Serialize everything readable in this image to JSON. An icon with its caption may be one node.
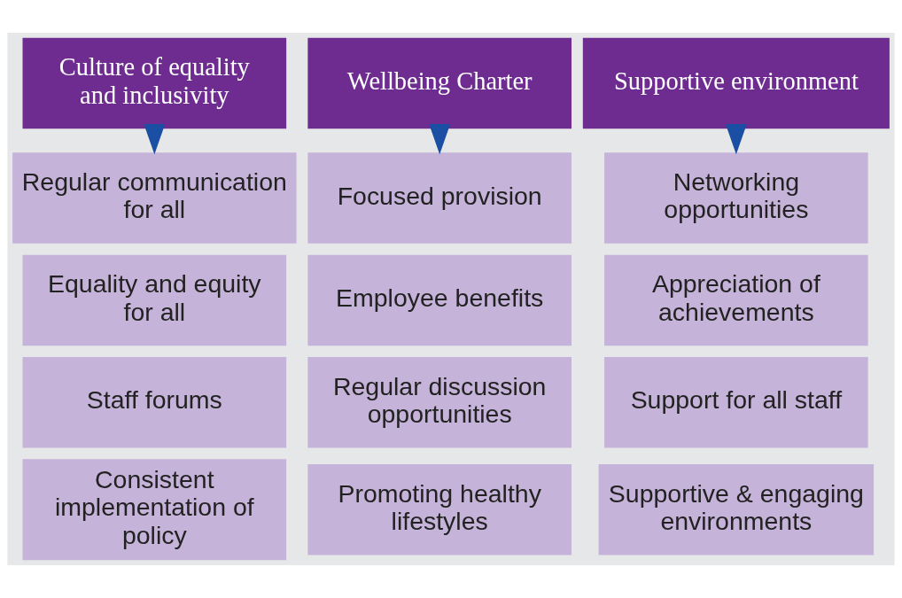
{
  "diagram": {
    "nodes": [
      {
        "text": [
          "Culture of equality and inclusivity"
        ]
      },
      {
        "text": [
          "Wellbeing Charter"
        ]
      },
      {
        "text": [
          "Supportive environment"
        ]
      },
      {
        "text": [
          "Regular communication for all"
        ]
      },
      {
        "text": [
          "Focused provision"
        ]
      },
      {
        "text": [
          "Networking opportunities"
        ]
      },
      {
        "text": [
          "Equality and equity for all"
        ]
      },
      {
        "text": [
          "Employee benefits"
        ]
      },
      {
        "text": [
          "Appreciation of achievements"
        ]
      },
      {
        "text": [
          "Staff forums"
        ]
      },
      {
        "text": [
          "Regular discussion opportunities"
        ]
      },
      {
        "text": [
          "Support for all staff"
        ]
      },
      {
        "text": [
          "Consistent implementation of policy"
        ]
      },
      {
        "text": [
          "Promoting healthy lifestyles"
        ]
      },
      {
        "text": [
          "Supportive & engaging environments"
        ]
      }
    ],
    "edges": [
      {
        "from": 0,
        "to": 3,
        "arrow": "to"
      },
      {
        "from": 1,
        "to": 4,
        "arrow": "to"
      },
      {
        "from": 2,
        "to": 5,
        "arrow": "to"
      }
    ]
  }
}
